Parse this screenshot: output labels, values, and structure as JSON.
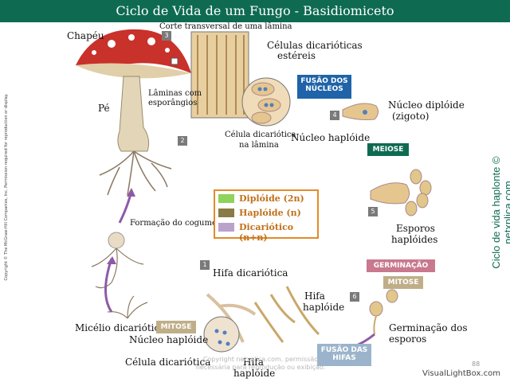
{
  "title": "Ciclo de Vida de um Fungo - Basidiomiceto",
  "labels": {
    "chapeu": "Chapéu",
    "corte": "Corte transversal de uma lâmina",
    "celulas_dicarioticas_1": "Células dicarióticas",
    "celulas_dicarioticas_2": "estéreis",
    "laminas_1": "Lâminas com",
    "laminas_2": "esporângios",
    "pe": "Pé",
    "celula_na_lamina_1": "Célula dicariótica",
    "celula_na_lamina_2": "na lâmina",
    "nucleo_haploide_top": "Núcleo haplóide",
    "nucleo_diploide_1": "Núcleo diplóide",
    "nucleo_diploide_2": "(zigoto)",
    "formacao": "Formação do cogumelo",
    "esporos_1": "Esporos",
    "esporos_2": "haplóides",
    "hifa_dicariotica": "Hifa dicariótica",
    "hifa_haploide_1": "Hifa",
    "hifa_haploide_2": "haplóide",
    "micelio": "Micélio dicariótico",
    "nucleo_haploide_bottom": "Núcleo haplóide",
    "celula_dicariotica": "Célula dicariótica",
    "hifa_haploide_bottom_1": "Hifa",
    "hifa_haploide_bottom_2": "haplóide",
    "germinacao_esporos_1": "Germinação dos",
    "germinacao_esporos_2": "esporos"
  },
  "steps": [
    "1",
    "2",
    "3",
    "4",
    "5",
    "6"
  ],
  "process_boxes": {
    "fusao_nucleos_1": "FUSÃO DOS",
    "fusao_nucleos_2": "NÚCLEOS",
    "meiose": "MEIOSE",
    "germinacao": "GERMINAÇÃO",
    "mitose_right": "MITOSE",
    "mitose_left": "MITOSE",
    "fusao_hifas_1": "FUSÃO DAS",
    "fusao_hifas_2": "HIFAS"
  },
  "legend": [
    {
      "label": "Diplóide (2n)",
      "color": "#8fd35a"
    },
    {
      "label": "Haplóide (n)",
      "color": "#8a7a45"
    },
    {
      "label": "Dicariótico (n+n)",
      "color": "#b9a3cc"
    }
  ],
  "colors": {
    "title_bg": "#0e6b52",
    "blue_box": "#1f63a8",
    "teal_box": "#0e6b52",
    "pink_box": "#c9788e",
    "tan_box": "#bfae88",
    "lavender_box": "#9bb4cc",
    "legend_border": "#e38a2a"
  },
  "side_text": {
    "left": "Copyright © The McGraw-Hill Companies, Inc. Permission required for reproduction or display.",
    "right": "Ciclo de vida haplonte © netxplica.com"
  },
  "watermark_1": "Copyright netxplica.com. permissão",
  "watermark_2": "necessária para reprodução ou exibição.",
  "page_number": "88",
  "footer_brand": "VisualLightBox.com"
}
